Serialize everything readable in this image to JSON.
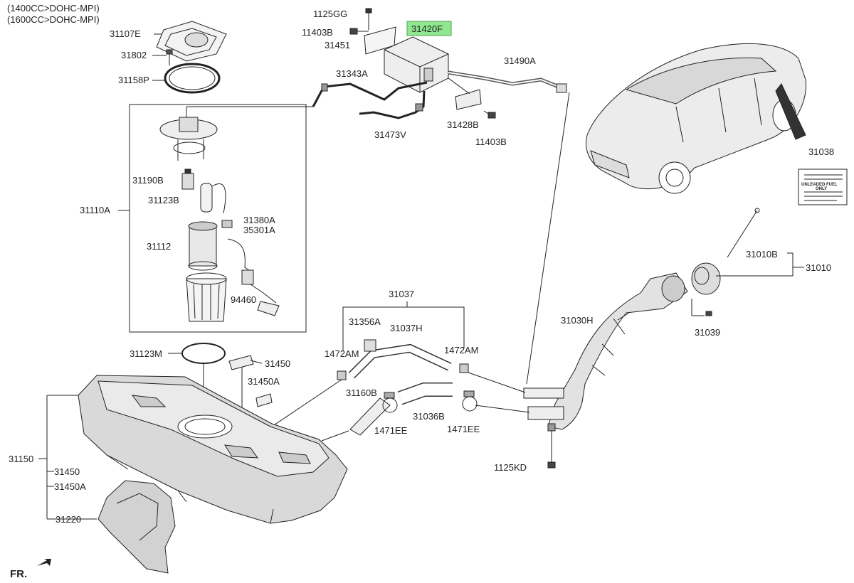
{
  "header": {
    "line1": "(1400CC>DOHC-MPI)",
    "line2": "(1600CC>DOHC-MPI)"
  },
  "highlight_color": "#8fe88f",
  "callouts": [
    {
      "id": "31107E",
      "label": "31107E"
    },
    {
      "id": "31802",
      "label": "31802"
    },
    {
      "id": "31158P",
      "label": "31158P"
    },
    {
      "id": "1125GG",
      "label": "1125GG"
    },
    {
      "id": "11403B_top",
      "label": "11403B"
    },
    {
      "id": "31451",
      "label": "31451"
    },
    {
      "id": "31420F",
      "label": "31420F",
      "highlighted": true
    },
    {
      "id": "31490A",
      "label": "31490A"
    },
    {
      "id": "31343A",
      "label": "31343A"
    },
    {
      "id": "31473V",
      "label": "31473V"
    },
    {
      "id": "31428B",
      "label": "31428B"
    },
    {
      "id": "11403B_mid",
      "label": "11403B"
    },
    {
      "id": "31038",
      "label": "31038"
    },
    {
      "id": "31110A",
      "label": "31110A"
    },
    {
      "id": "31190B",
      "label": "31190B"
    },
    {
      "id": "31123B",
      "label": "31123B"
    },
    {
      "id": "31380A",
      "label": "31380A"
    },
    {
      "id": "35301A",
      "label": "35301A"
    },
    {
      "id": "31112",
      "label": "31112"
    },
    {
      "id": "94460",
      "label": "94460"
    },
    {
      "id": "31010B",
      "label": "31010B"
    },
    {
      "id": "31010",
      "label": "31010"
    },
    {
      "id": "31030H",
      "label": "31030H"
    },
    {
      "id": "31039",
      "label": "31039"
    },
    {
      "id": "31037",
      "label": "31037"
    },
    {
      "id": "31356A",
      "label": "31356A"
    },
    {
      "id": "31037H",
      "label": "31037H"
    },
    {
      "id": "1472AM_left",
      "label": "1472AM"
    },
    {
      "id": "1472AM_right",
      "label": "1472AM"
    },
    {
      "id": "31123M",
      "label": "31123M"
    },
    {
      "id": "31450_top",
      "label": "31450"
    },
    {
      "id": "31450A_top",
      "label": "31450A"
    },
    {
      "id": "31160B",
      "label": "31160B"
    },
    {
      "id": "31036B",
      "label": "31036B"
    },
    {
      "id": "1471EE_left",
      "label": "1471EE"
    },
    {
      "id": "1471EE_right",
      "label": "1471EE"
    },
    {
      "id": "1125KD",
      "label": "1125KD"
    },
    {
      "id": "31150",
      "label": "31150"
    },
    {
      "id": "31450_bottom",
      "label": "31450"
    },
    {
      "id": "31450A_bottom",
      "label": "31450A"
    },
    {
      "id": "31220",
      "label": "31220"
    }
  ],
  "direction_marker": {
    "label": "FR."
  },
  "sticker_lines": [
    "UNLEADED FUEL",
    "ONLY"
  ]
}
